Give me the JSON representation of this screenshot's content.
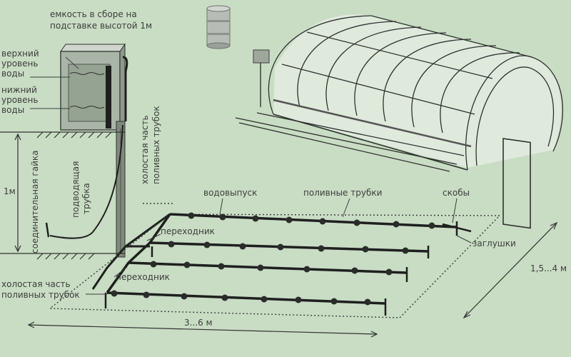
{
  "labels": {
    "tank_title_1": "емкость в сборе на",
    "tank_title_2": "подставке высотой 1м",
    "upper_level_1": "верхний",
    "upper_level_2": "уровень",
    "upper_level_3": "воды",
    "lower_level_1": "нижний",
    "lower_level_2": "уровень",
    "lower_level_3": "воды",
    "height_1m": "1м",
    "connecting_nut": "соединительная гайка",
    "supply_tube_1": "подводящая",
    "supply_tube_2": "трубка",
    "idle_part_vertical_1": "холостая часть",
    "idle_part_vertical_2": "поливных трубок",
    "water_outlet": "водовыпуск",
    "watering_tubes": "поливные трубки",
    "brackets": "скобы",
    "adapter_1": "переходник",
    "adapter_2": "переходник",
    "plugs": "заглушки",
    "idle_part_bottom_1": "холостая часть",
    "idle_part_bottom_2": "поливных трубок",
    "width_dim": "1,5...4 м",
    "length_dim": "3...6 м"
  },
  "colors": {
    "background": "#c9dcc4",
    "line": "#3c3f3c",
    "pipe": "#1e201e",
    "tank": "#a9b5a6",
    "greenhouse": "#dfe9dc",
    "dots": "#2a2c2a"
  }
}
